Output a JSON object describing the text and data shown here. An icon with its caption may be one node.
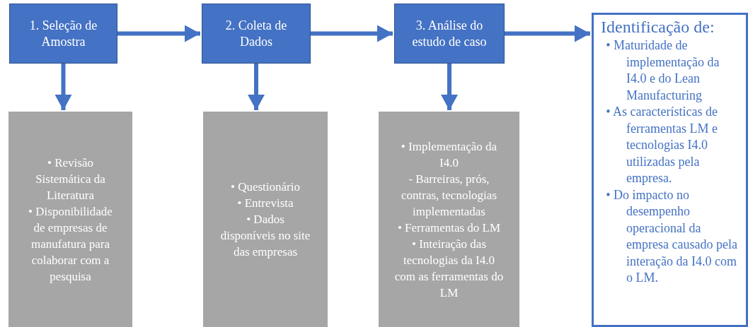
{
  "diagram": {
    "nodes": [
      {
        "text": [
          "1. Seleção de Amostra"
        ]
      },
      {
        "text": [
          "• Revisão Sistemática da Literatura",
          "• Disponibilidade de empresas de manufatura para colaborar com a pesquisa"
        ]
      },
      {
        "text": [
          "2. Coleta de Dados"
        ]
      },
      {
        "text": [
          "• Questionário",
          "• Entrevista",
          "• Dados disponíveis no site das empresas"
        ]
      },
      {
        "text": [
          "3. Análise do estudo de caso"
        ]
      },
      {
        "text": [
          "• Implementação da I4.0",
          "- Barreiras, prós, contras, tecnologias implementadas",
          "• Ferramentas do LM",
          "• Inteiração das tecnologias da I4.0 com as ferramentas do LM"
        ]
      },
      {
        "text": [
          "Identificação de:",
          "• Maturidade de implementação da I4.0 e do Lean Manufacturing",
          "• As características de ferramentas LM e tecnologias I4.0 utilizadas pela empresa.",
          "• Do impacto no desempenho operacional da empresa causado pela interação da I4.0 com o LM."
        ]
      }
    ],
    "edges": [
      {
        "from": 0,
        "to": 2,
        "arrow": "to"
      },
      {
        "from": 2,
        "to": 4,
        "arrow": "to"
      },
      {
        "from": 4,
        "to": 6,
        "arrow": "to"
      },
      {
        "from": 0,
        "to": 1,
        "arrow": "to"
      },
      {
        "from": 2,
        "to": 3,
        "arrow": "to"
      },
      {
        "from": 4,
        "to": 5,
        "arrow": "to"
      }
    ]
  }
}
